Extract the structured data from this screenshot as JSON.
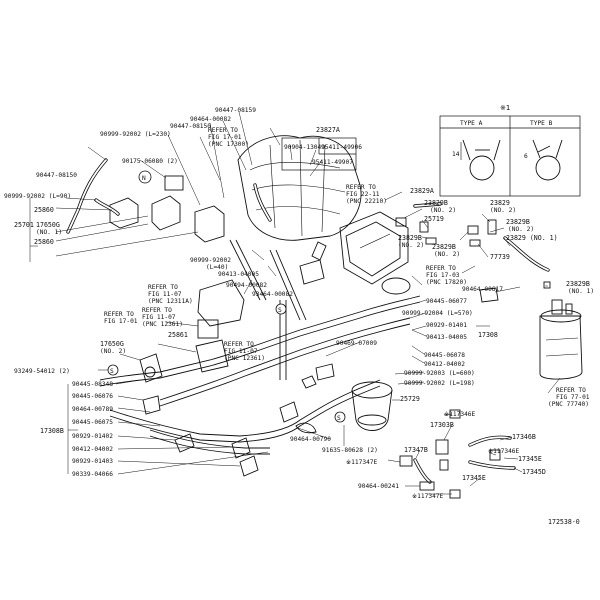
{
  "figure_id": "172538-0",
  "inset": {
    "note": "※1",
    "type_a": "TYPE A",
    "type_b": "TYPE B",
    "dim_a": "14",
    "dim_b": "6"
  },
  "labels": {
    "p90447_08159": "90447-08159",
    "p90464_00082_t": "90464-00082",
    "p90447_08150_t": "90447-08150",
    "p90999_92002_l230": "90999-92002 (L=230)",
    "refer_17300_a": "REFER TO",
    "refer_17300_b": "FIG 17-01",
    "refer_17300_c": "(PNC 17300)",
    "p23827A": "23827A",
    "p90904_13049": "90904-13049",
    "p95411_49906": "95411-49906",
    "p95411_49907": "95411-49907",
    "p90447_08150_l": "90447-08150",
    "p90175_06080": "90175-06080 (2)",
    "p90999_92002_l90": "90999-92002 (L=90)",
    "refer_2210_a": "REFER TO",
    "refer_2210_b": "FIG 22-11",
    "refer_2210_c": "(PNC 22210)",
    "p23829A": "23829A",
    "p23829B_no2_a": "23829B",
    "p23829B_no2_a_sub": "(NO. 2)",
    "p25719": "25719",
    "p23829_no2": "23829",
    "p23829_no2_sub": "(NO. 2)",
    "p23829B_r": "23829B",
    "p23829B_r_sub": "(NO. 2)",
    "p23829_no1": "23829 (NO. 1)",
    "p23829B_no2_l": "23829B",
    "p23829B_no2_l_sub": "(NO. 2)",
    "p23829B_no2_m": "23829B",
    "p23829B_no2_m_sub": "(NO. 2)",
    "p77739": "77739",
    "p25860_top": "25860",
    "p25701": "25701",
    "p17650G_no1": "17650G",
    "p17650G_no1_sub": "(NO. 1)",
    "p25860_bot": "25860",
    "p90999_92002_l40": "90999-92002",
    "p90999_92002_l40_sub": "(L=40)",
    "refer_17820_a": "REFER TO",
    "refer_17820_b": "FIG 17-03",
    "refer_17820_c": "(PNC 17820)",
    "p90464_00617": "90464-00617",
    "p23829B_no1": "23829B",
    "p23829B_no1_sub": "(NO. 1)",
    "p90413_04005_a": "90413-04005",
    "p90494_00082": "90494-00082",
    "p93464_00082": "93464-00082",
    "refer_1791_a": "REFER TO",
    "refer_1791_b": "FIG 17-01",
    "refer_12311_a": "REFER TO",
    "refer_12311_b": "FIG 11-07",
    "refer_12311_c": "(PNC 12311A)",
    "refer_12361_a": "REFER TO",
    "refer_12361_b": "FIG 11-07",
    "refer_12361_c": "(PNC 12361)",
    "p90445_06077": "90445-06077",
    "p90999_92004": "90999-92004 (L=570)",
    "p90929_01401": "90929-01401",
    "p90413_04005_b": "90413-04005",
    "p17308": "17308",
    "p25861": "25861",
    "p17650G_no2": "17650G",
    "p17650G_no2_sub": "(NO. 2)",
    "refer_12361b_a": "REFER TO",
    "refer_12361b_b": "FIG 11-07",
    "refer_12361b_c": "(PNC 12361)",
    "p90469_07009": "90469-07009",
    "p90445_06078": "90445-06078",
    "p90412_04002_r": "90412-04002",
    "p90999_92003": "90999-92003 (L=600)",
    "p90999_92002_l198": "90999-92002 (L=198)",
    "refer_77740_a": "REFER TO",
    "refer_77740_b": "FIG 77-01",
    "refer_77740_c": "(PNC 77740)",
    "p93249_54012": "93249-54012 (2)",
    "p90445_08348": "90445-08348",
    "p90445_06076": "90445-06076",
    "p90464_00789": "90464-00789",
    "p90445_06075": "90445-06075",
    "p17308B": "17308B",
    "p90929_01402": "90929-01402",
    "p90412_04002_l": "90412-04002",
    "p90929_01403": "90929-01403",
    "p90339_04066": "90339-04066",
    "p25729": "25729",
    "p90464_00790": "90464-00790",
    "p91635_80628": "91635-80628 (2)",
    "p117346E_t": "※117346E",
    "p17303B": "17303B",
    "p17346B": "17346B",
    "p117346E_m": "※117346E",
    "p17347B": "17347B",
    "p17345E_r": "17345E",
    "p117347E_l": "※117347E",
    "p17345D": "17345D",
    "p17345E_b": "17345E",
    "p90464_00241": "90464-00241",
    "p117347E_b": "※117347E",
    "circle_n": "N",
    "circle_s1": "S",
    "circle_s2": "S",
    "circle_s3": "S"
  },
  "icons": [
    "inset-frame",
    "clamp-type-a-icon",
    "clamp-type-b-icon",
    "charcoal-canister",
    "vacuum-switching-valve",
    "throttle-body",
    "air-cleaner-case"
  ]
}
